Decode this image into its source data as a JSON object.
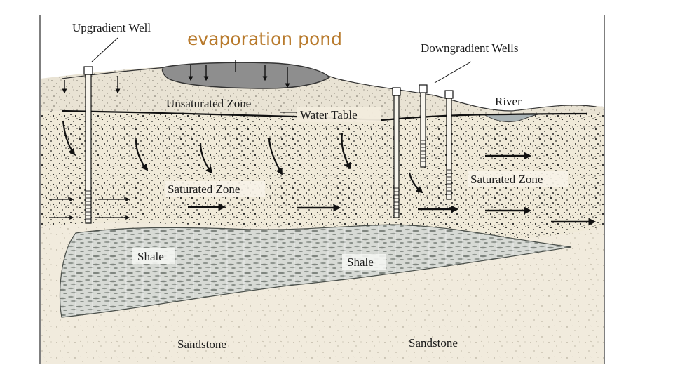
{
  "diagram": {
    "labels": {
      "upgradient_well": "Upgradient Well",
      "evaporation_pond": "evaporation pond",
      "downgradient_wells": "Downgradient Wells",
      "river": "River",
      "unsaturated_zone": "Unsaturated Zone",
      "water_table": "Water Table",
      "saturated_zone_left": "Saturated Zone",
      "saturated_zone_right": "Saturated Zone",
      "shale_left": "Shale",
      "shale_right": "Shale",
      "sandstone_left": "Sandstone",
      "sandstone_right": "Sandstone"
    },
    "colors": {
      "pond_title": "#b87a2c",
      "pond_fill": "#8e8e8e",
      "sandstone": "#f1ebdd",
      "unsaturated": "#e9e3d4",
      "saturated": "#f0ead9",
      "shale": "#d7dad5",
      "ink": "#111111"
    }
  }
}
